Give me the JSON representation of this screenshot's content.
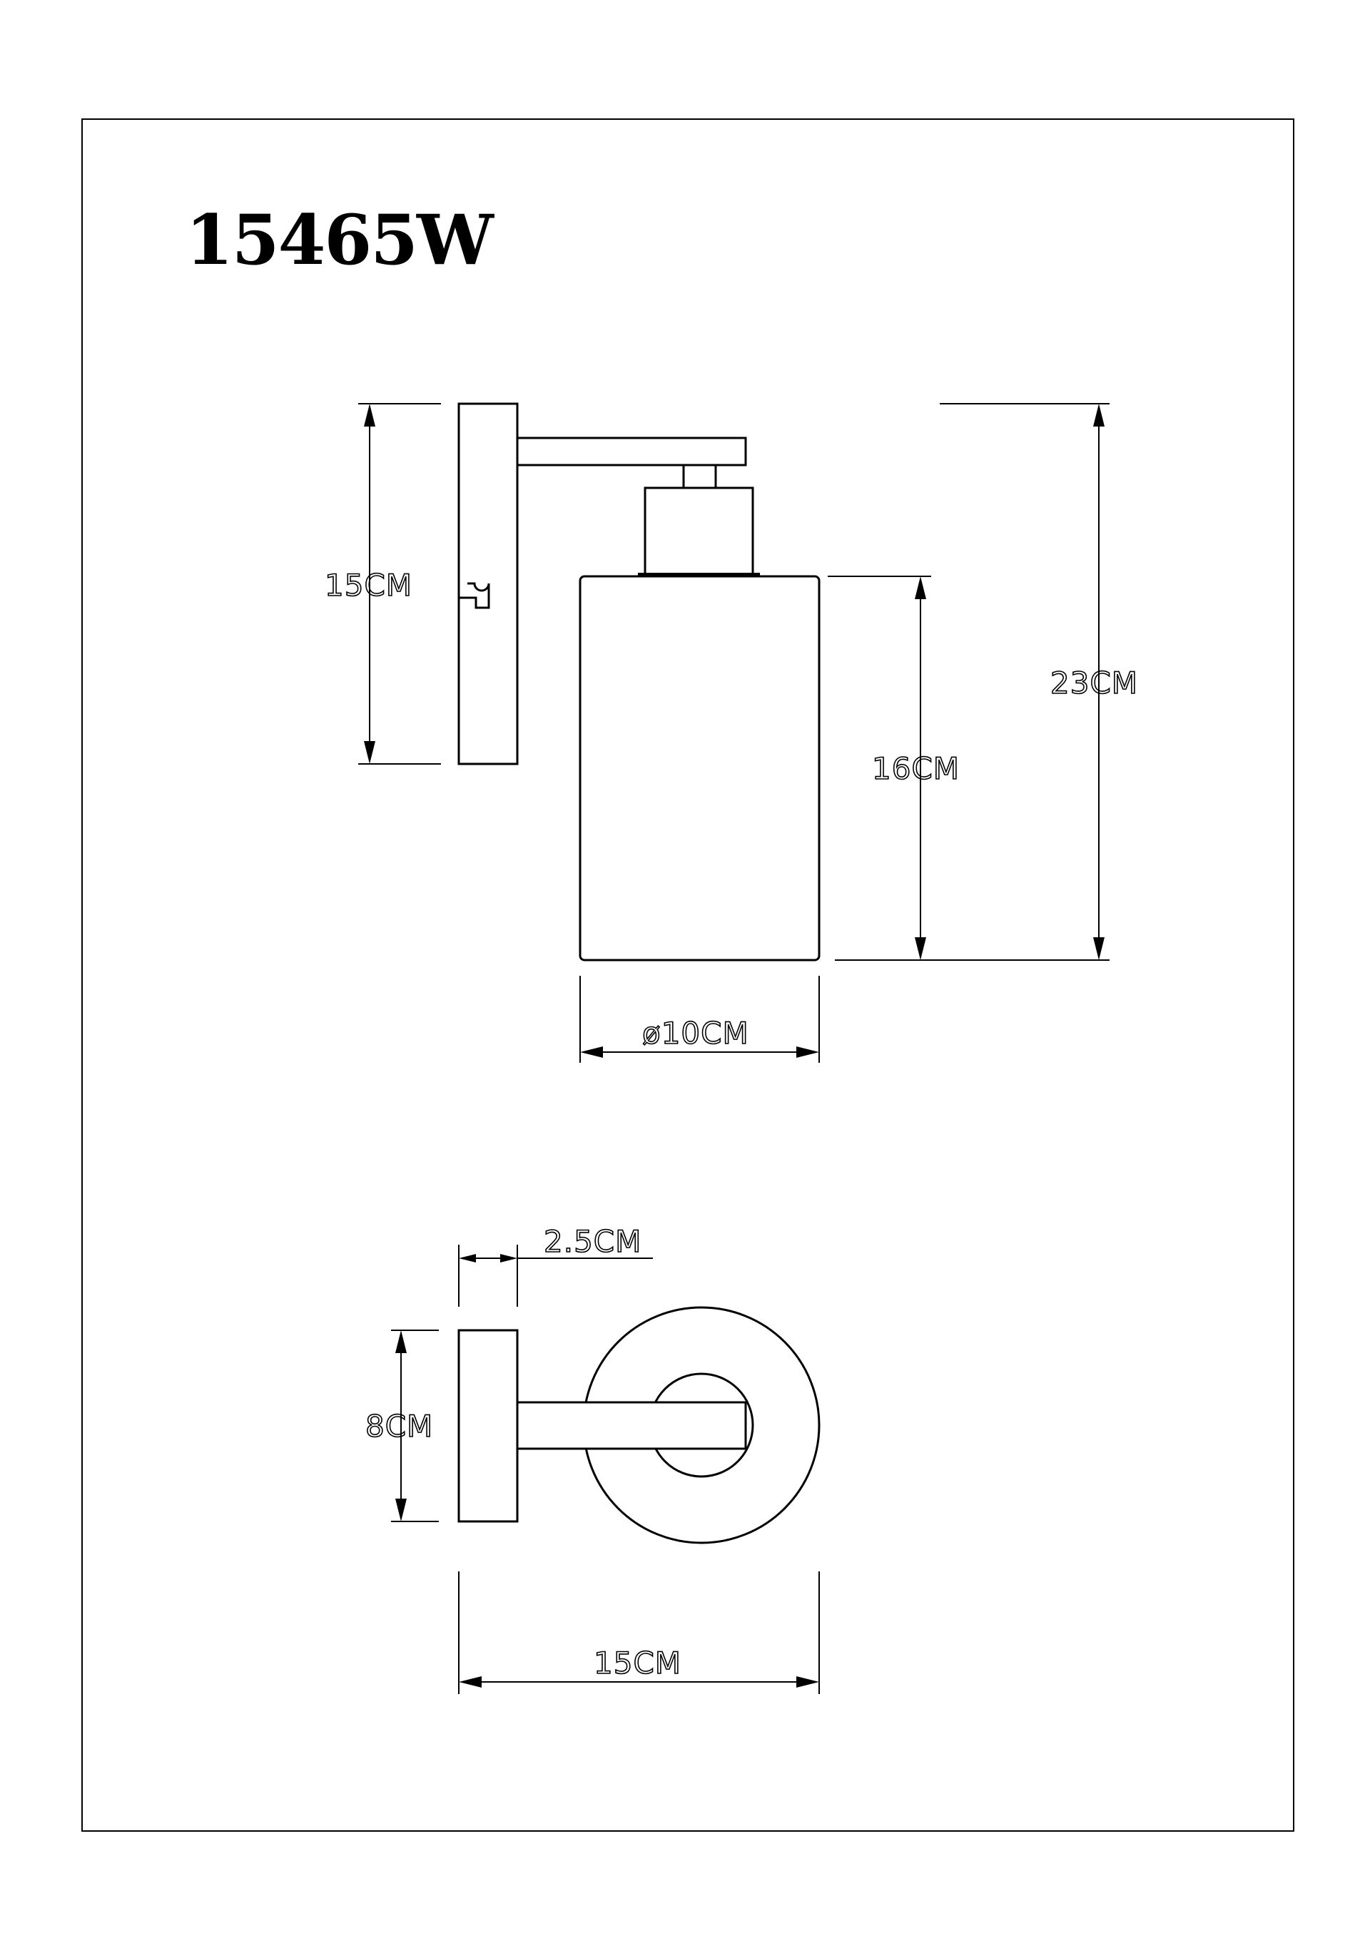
{
  "title": {
    "model_number": "15465W"
  },
  "side_view": {
    "backplate_height": "15CM",
    "overall_height": "23CM",
    "shade_height": "16CM",
    "shade_diameter": "ø10CM"
  },
  "top_view": {
    "backplate_depth": "2.5CM",
    "backplate_width": "8CM",
    "overall_projection": "15CM"
  }
}
